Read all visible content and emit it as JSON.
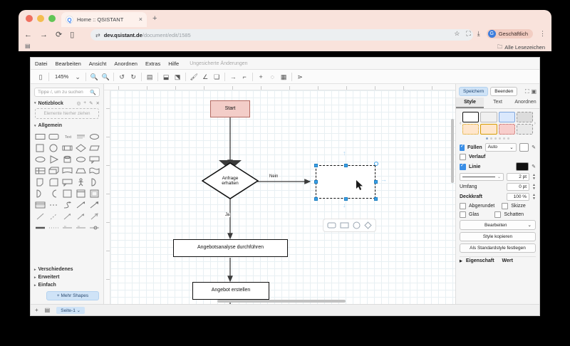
{
  "browser": {
    "tab": {
      "title": "Home :: QSISTANT",
      "favicon_letter": "Q",
      "close": "×"
    },
    "new_tab": "+",
    "nav": {
      "back": "←",
      "forward": "→",
      "reload": "⟳",
      "sidepanel": "▯"
    },
    "omnibox": {
      "shield_icon": "site-settings-icon",
      "url_domain": "dev.qsistant.de",
      "url_path": "/document/edit/1585"
    },
    "actions": {
      "star": "☆",
      "split": "⛶",
      "download": "⤓",
      "menu": "⋮"
    },
    "profile": {
      "initial": "G",
      "name": "Geschäftlich"
    },
    "bookmarks": {
      "all_label": "Alle Lesezeichen",
      "folder_icon": "folder-icon"
    }
  },
  "app": {
    "menu": [
      "Datei",
      "Bearbeiten",
      "Ansicht",
      "Anordnen",
      "Extras",
      "Hilfe"
    ],
    "status": "Ungesicherte Änderungen",
    "toolbar": {
      "zoom_level": "145%",
      "items": [
        "panel-toggle-icon",
        "zoom-out-icon",
        "zoom-in-icon",
        "undo-icon",
        "redo-icon",
        "delete-icon",
        "to-front-icon",
        "to-back-icon",
        "fill-color-icon",
        "line-color-icon",
        "shadow-icon",
        "straight-connector-icon",
        "elbow-connector-icon",
        "insert-icon",
        "insert-shape-icon",
        "table-icon",
        "format-panel-icon"
      ]
    },
    "sidebar": {
      "search_placeholder": "Tippe /, um zu suchen",
      "search_icon": "search-icon",
      "scratchpad": {
        "title": "Notizblock",
        "empty_hint": "Elemente hierher ziehen",
        "actions": [
          "edit-settings-icon",
          "add-icon",
          "pencil-icon",
          "close-icon"
        ]
      },
      "sections": [
        {
          "label": "Allgemein",
          "expanded": true
        },
        {
          "label": "Verschiedenes",
          "expanded": false
        },
        {
          "label": "Erweitert",
          "expanded": false
        },
        {
          "label": "Einfach",
          "expanded": false
        }
      ],
      "more_shapes": "+ Mehr Shapes"
    },
    "footer": {
      "add_page_icon": "plus-icon",
      "pages_icon": "pages-icon",
      "page_label": "Seite-1",
      "page_caret": "⌄"
    },
    "format_panel": {
      "save_label": "Speichern",
      "exit_label": "Beenden",
      "fullscreen_icon": "fullscreen-icon",
      "collapse_icon": "collapse-panel-icon",
      "tabs": [
        {
          "label": "Style",
          "active": true
        },
        {
          "label": "Text",
          "active": false
        },
        {
          "label": "Anordnen",
          "active": false
        }
      ],
      "style_swatches": [
        "#ffffff",
        "#f0f0f0",
        "#dae8fc",
        "#dcdcdc",
        "#ffe6cc",
        "#ffe6cc",
        "#f8cecc",
        "#e1e1e1"
      ],
      "page_dots": 6,
      "active_dot": 0,
      "fill": {
        "label": "Füllen",
        "checked": true,
        "value": "Auto",
        "color": "#ffffff"
      },
      "gradient": {
        "label": "Verlauf",
        "checked": false
      },
      "line": {
        "label": "Linie",
        "checked": true,
        "color": "#111111",
        "width": "2 pt"
      },
      "perimeter": {
        "label": "Umfang",
        "value": "0 pt"
      },
      "opacity": {
        "label": "Deckkraft",
        "value": "100 %"
      },
      "rounded": {
        "label": "Abgerundet",
        "checked": false
      },
      "sketch": {
        "label": "Skizze",
        "checked": false
      },
      "glass": {
        "label": "Glas",
        "checked": false
      },
      "shadow": {
        "label": "Schatten",
        "checked": false
      },
      "edit_style": "Bearbeiten",
      "copy_style": "Style kopieren",
      "set_default_style": "Als Standardstyle festlegen",
      "property_header": "Eigenschaft",
      "value_header": "Wert"
    },
    "canvas": {
      "nodes": [
        {
          "id": "start",
          "type": "start-terminator",
          "label": "Start"
        },
        {
          "id": "anfrage",
          "type": "decision",
          "label": "Anfrage\nerhalten"
        },
        {
          "id": "analyse",
          "type": "process",
          "label": "Angebotsanalyse durchführen"
        },
        {
          "id": "angebot",
          "type": "process",
          "label": "Angebot erstellen"
        },
        {
          "id": "next",
          "type": "process",
          "label": ""
        },
        {
          "id": "selected",
          "type": "process",
          "label": "",
          "selected": true
        }
      ],
      "edge_labels": [
        {
          "id": "nein",
          "label": "Nein"
        },
        {
          "id": "ja",
          "label": "Ja"
        }
      ],
      "shape_picker": [
        "rounded-rectangle-shape",
        "rectangle-shape",
        "ellipse-shape",
        "diamond-shape"
      ]
    }
  }
}
